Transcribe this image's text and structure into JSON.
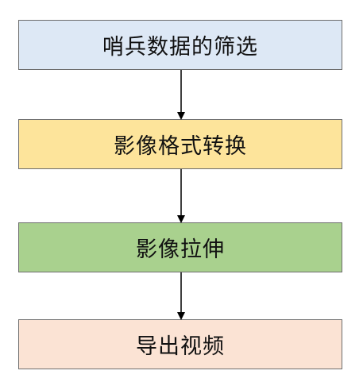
{
  "flowchart": {
    "steps": [
      {
        "label": "哨兵数据的筛选",
        "fill": "#dde8f5"
      },
      {
        "label": "影像格式转换",
        "fill": "#fde49b"
      },
      {
        "label": "影像拉伸",
        "fill": "#a9d18e"
      },
      {
        "label": "导出视频",
        "fill": "#fbe3d4"
      }
    ],
    "border_color": "#6d6d6d",
    "arrow_color": "#000000"
  }
}
